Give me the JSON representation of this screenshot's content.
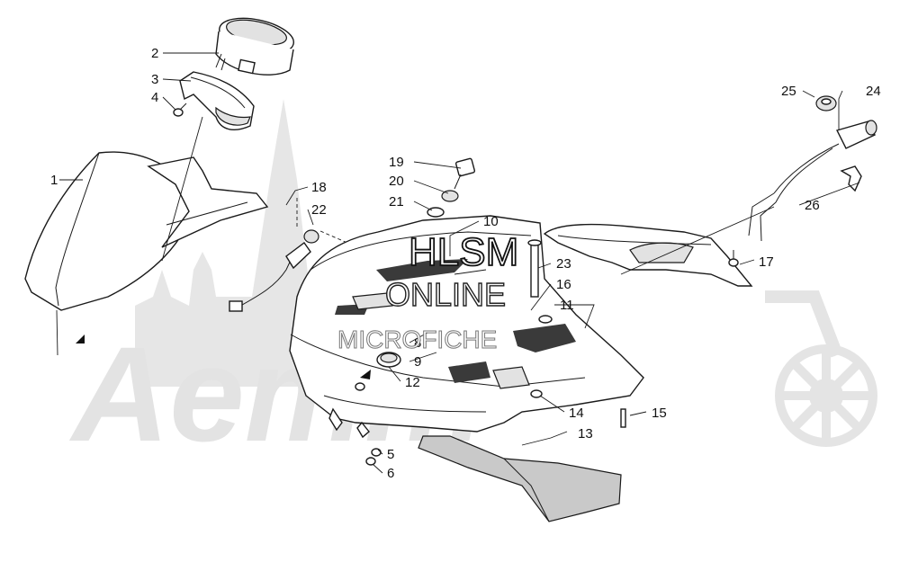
{
  "watermark": {
    "brand": "Aemm",
    "hlsm": "HLSM",
    "online": "ONLINE",
    "microfiche": "MICROFICHE"
  },
  "callouts": [
    {
      "id": "1",
      "label": "1"
    },
    {
      "id": "2",
      "label": "2"
    },
    {
      "id": "3",
      "label": "3"
    },
    {
      "id": "4",
      "label": "4"
    },
    {
      "id": "5",
      "label": "5"
    },
    {
      "id": "6",
      "label": "6"
    },
    {
      "id": "8",
      "label": "8"
    },
    {
      "id": "9",
      "label": "9"
    },
    {
      "id": "10",
      "label": "10"
    },
    {
      "id": "11",
      "label": "11"
    },
    {
      "id": "12",
      "label": "12"
    },
    {
      "id": "13",
      "label": "13"
    },
    {
      "id": "14",
      "label": "14"
    },
    {
      "id": "15",
      "label": "15"
    },
    {
      "id": "16",
      "label": "16"
    },
    {
      "id": "17",
      "label": "17"
    },
    {
      "id": "18",
      "label": "18"
    },
    {
      "id": "19",
      "label": "19"
    },
    {
      "id": "20",
      "label": "20"
    },
    {
      "id": "21",
      "label": "21"
    },
    {
      "id": "22",
      "label": "22"
    },
    {
      "id": "23",
      "label": "23"
    },
    {
      "id": "24",
      "label": "24"
    },
    {
      "id": "25",
      "label": "25"
    },
    {
      "id": "26",
      "label": "26"
    }
  ],
  "icons": [
    "triangle-marker-icon",
    "triangle-marker-icon"
  ]
}
